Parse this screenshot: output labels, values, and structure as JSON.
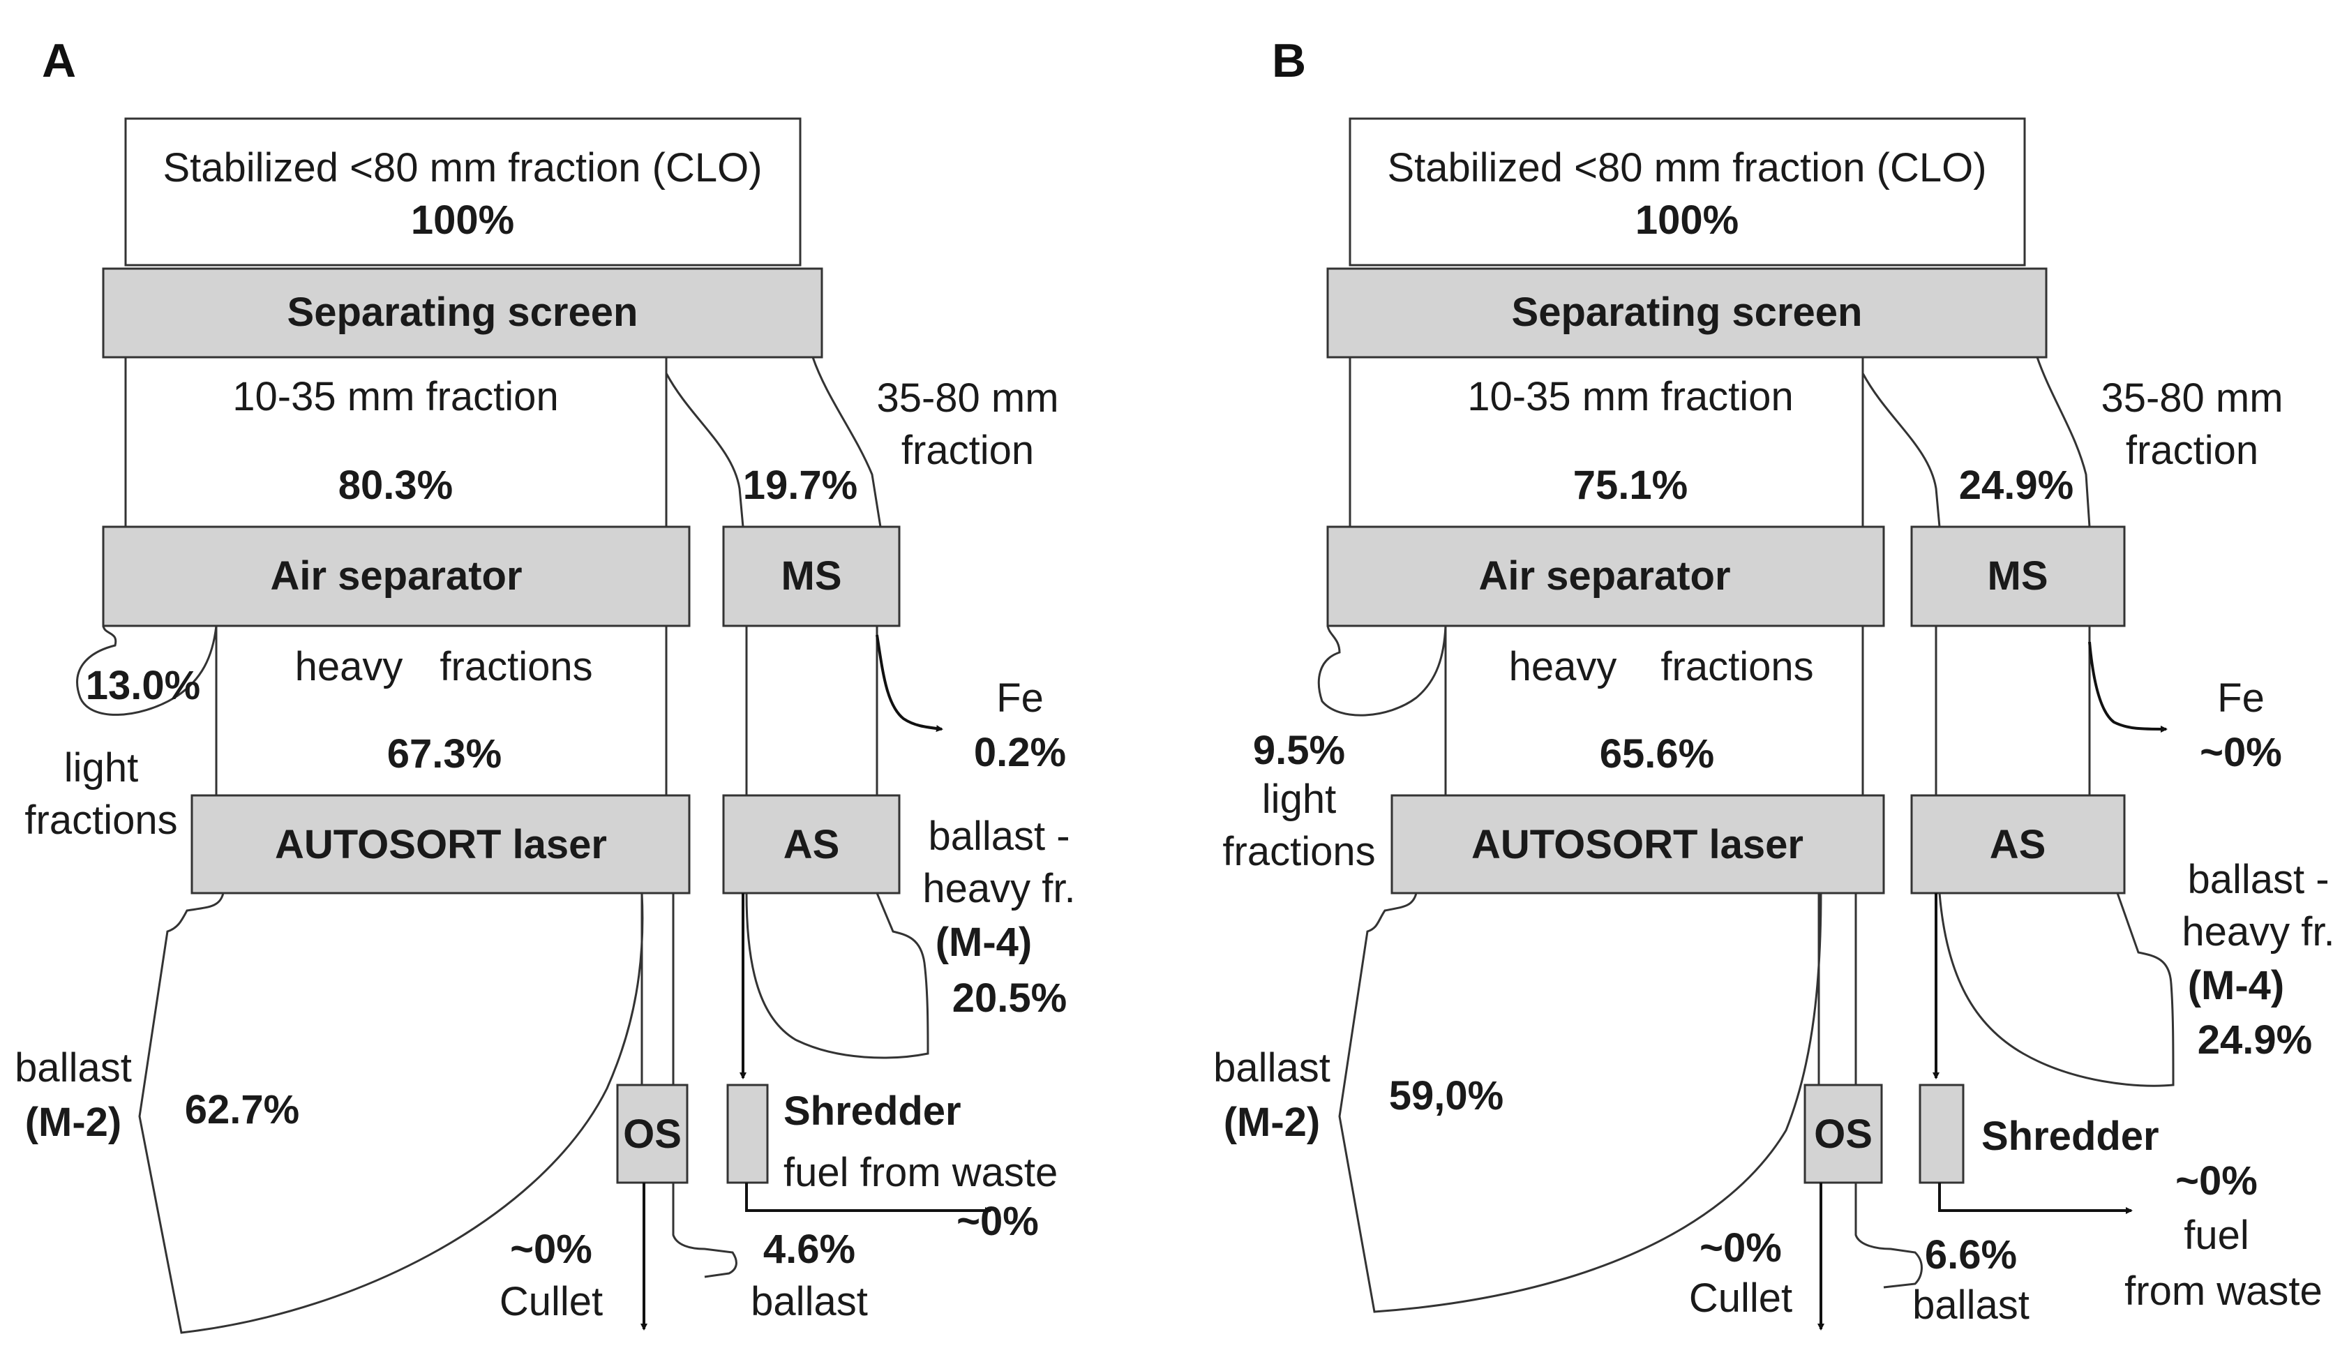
{
  "panels": [
    {
      "letter": "A",
      "input_label": "Stabilized <80 mm fraction (CLO)",
      "input_pct": "100%",
      "separating_screen": "Separating screen",
      "fine_fraction_label": "10-35 mm fraction",
      "fine_fraction_pct": "80.3%",
      "coarse_fraction_label_1": "35-80 mm",
      "coarse_fraction_label_2": "fraction",
      "coarse_fraction_pct": "19.7%",
      "air_separator": "Air separator",
      "ms": "MS",
      "light_pct": "13.0%",
      "light_label_1": "light",
      "light_label_2": "fractions",
      "heavy_label_1": "heavy",
      "heavy_label_2": "fractions",
      "heavy_pct": "67.3%",
      "fe_label": "Fe",
      "fe_pct": "0.2%",
      "autosort": "AUTOSORT laser",
      "as": "AS",
      "ballast_heavy_1": "ballast -",
      "ballast_heavy_2": "heavy fr.",
      "ballast_heavy_3": "(M-4)",
      "ballast_heavy_pct": "20.5%",
      "ballast_m2_1": "ballast",
      "ballast_m2_2": "(M-2)",
      "ballast_m2_pct": "62.7%",
      "os": "OS",
      "shredder": "Shredder",
      "fuel_1": "fuel from waste",
      "fuel_2": "",
      "fuel_3": "",
      "fuel_pct": "~0%",
      "cullet_pct": "~0%",
      "cullet_label": "Cullet",
      "ballast_os_pct": "4.6%",
      "ballast_os_label": "ballast"
    },
    {
      "letter": "B",
      "input_label": "Stabilized <80 mm fraction (CLO)",
      "input_pct": "100%",
      "separating_screen": "Separating screen",
      "fine_fraction_label": "10-35 mm fraction",
      "fine_fraction_pct": "75.1%",
      "coarse_fraction_label_1": "35-80 mm",
      "coarse_fraction_label_2": "fraction",
      "coarse_fraction_pct": "24.9%",
      "air_separator": "Air separator",
      "ms": "MS",
      "light_pct": "9.5%",
      "light_label_1": "light",
      "light_label_2": "fractions",
      "heavy_label_1": "heavy",
      "heavy_label_2": "fractions",
      "heavy_pct": "65.6%",
      "fe_label": "Fe",
      "fe_pct": "~0%",
      "autosort": "AUTOSORT laser",
      "as": "AS",
      "ballast_heavy_1": "ballast -",
      "ballast_heavy_2": "heavy fr.",
      "ballast_heavy_3": "(M-4)",
      "ballast_heavy_pct": "24.9%",
      "ballast_m2_1": "ballast",
      "ballast_m2_2": "(M-2)",
      "ballast_m2_pct": "59,0%",
      "os": "OS",
      "shredder": "Shredder",
      "fuel_1": "~0%",
      "fuel_2": "fuel",
      "fuel_3": "from waste",
      "fuel_pct": "",
      "cullet_pct": "~0%",
      "cullet_label": "Cullet",
      "ballast_os_pct": "6.6%",
      "ballast_os_label": "ballast"
    }
  ]
}
